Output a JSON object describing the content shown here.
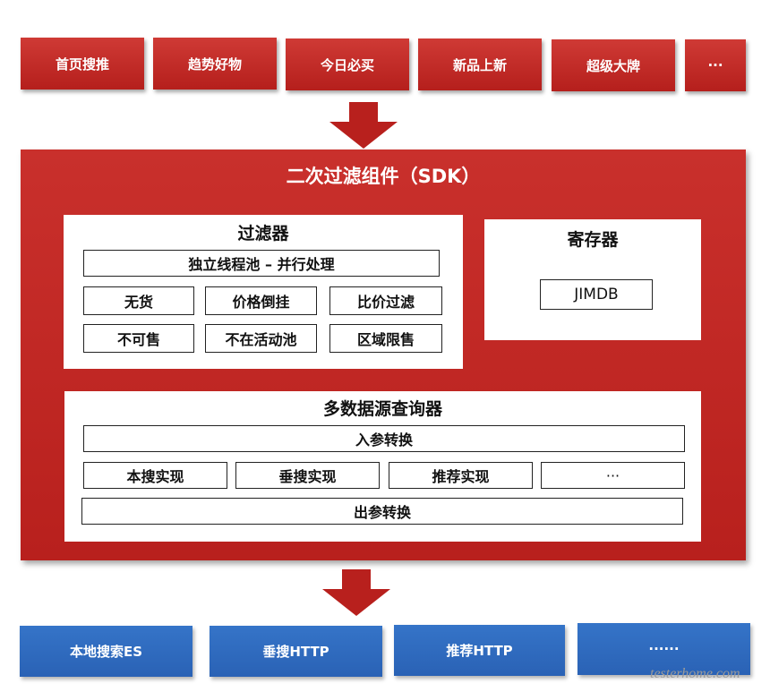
{
  "top_row": [
    "首页搜推",
    "趋势好物",
    "今日必买",
    "新品上新",
    "超级大牌",
    "···"
  ],
  "sdk": {
    "title": "二次过滤组件（SDK）",
    "filter": {
      "title": "过滤器",
      "thread_pool": "独立线程池 – 并行处理",
      "items": [
        "无货",
        "价格倒挂",
        "比价过滤",
        "不可售",
        "不在活动池",
        "区域限售"
      ]
    },
    "register": {
      "title": "寄存器",
      "item": "JIMDB"
    },
    "query": {
      "title": "多数据源查询器",
      "input_convert": "入参转换",
      "impls": [
        "本搜实现",
        "垂搜实现",
        "推荐实现",
        "···"
      ],
      "output_convert": "出参转换"
    }
  },
  "bottom_row": [
    "本地搜索ES",
    "垂搜HTTP",
    "推荐HTTP",
    "······"
  ],
  "watermark": "testerhome.com",
  "colors": {
    "red": "#c12824",
    "blue": "#2e68b8",
    "white": "#ffffff"
  }
}
